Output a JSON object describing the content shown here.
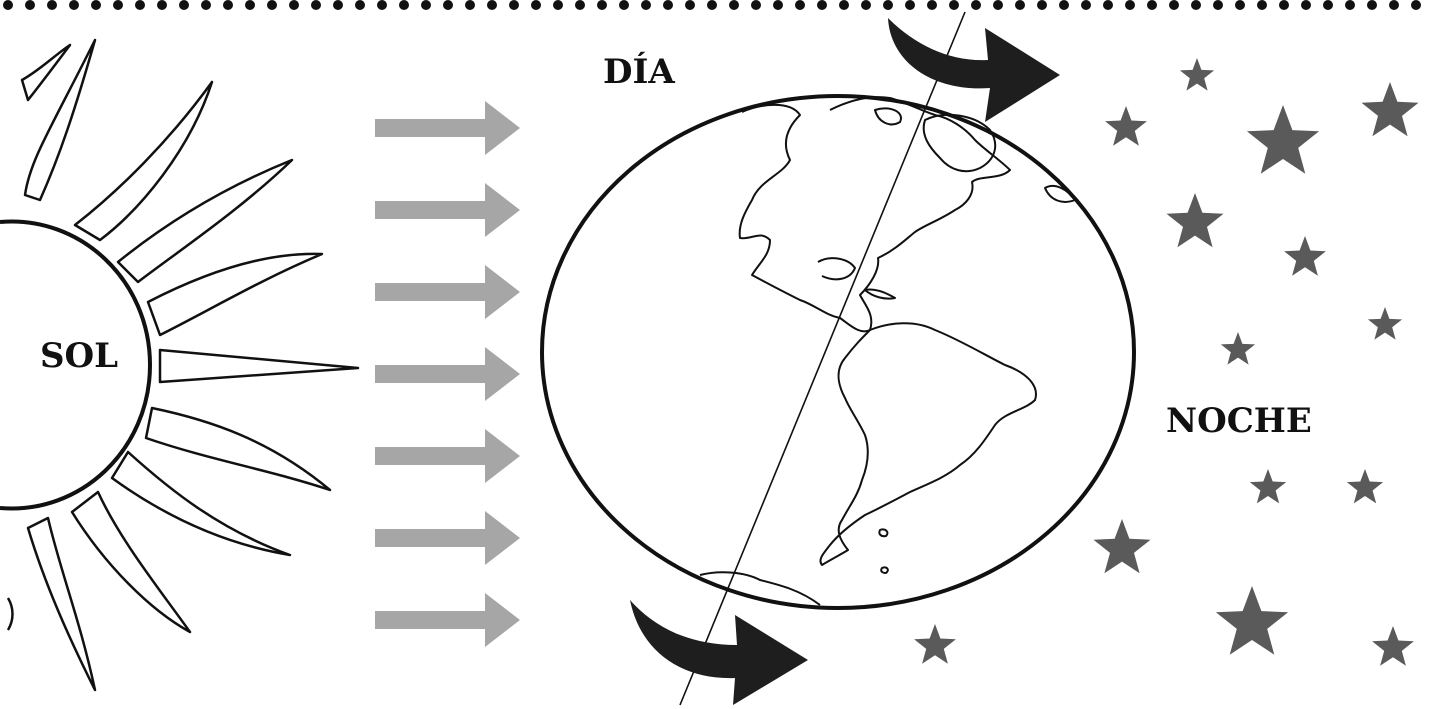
{
  "labels": {
    "sun": "SOL",
    "day": "DÍA",
    "night": "NOCHE"
  },
  "colors": {
    "light_arrows": "#a6a6a6",
    "rotation_arrows": "#1e1e1e",
    "stars": "#5a5a5a",
    "outline": "#111111"
  }
}
